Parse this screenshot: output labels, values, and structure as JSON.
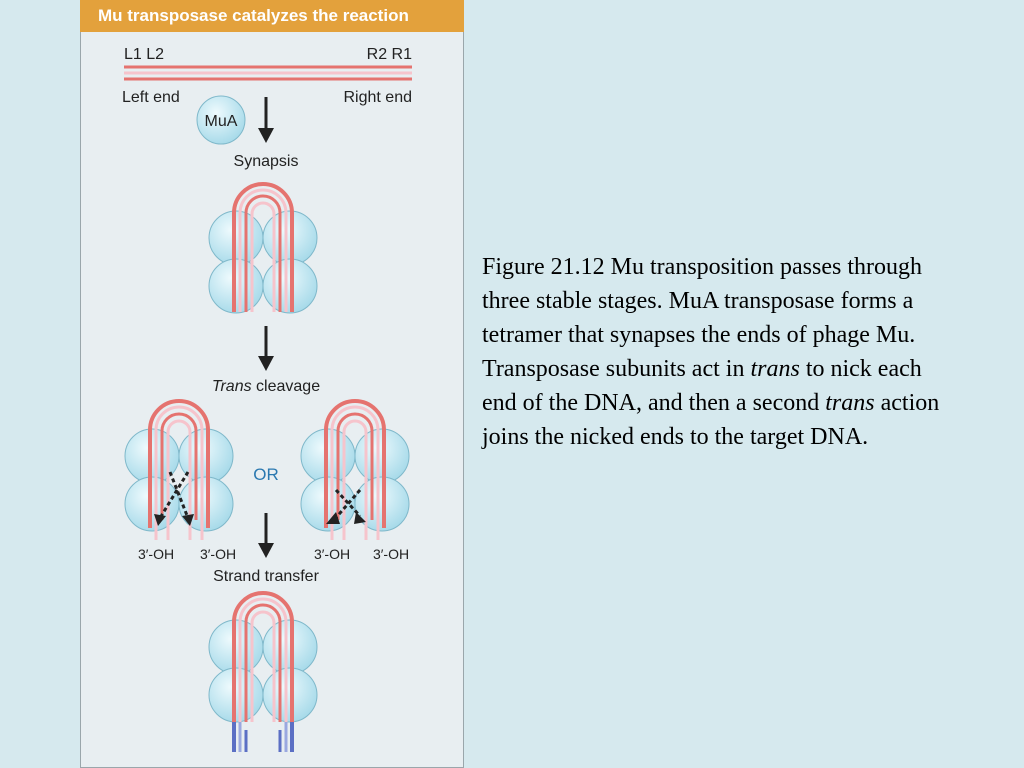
{
  "panel": {
    "header": "Mu transposase catalyzes the reaction",
    "labels": {
      "l1_l2": "L1 L2",
      "r2_r1": "R2 R1",
      "left_end": "Left end",
      "right_end": "Right end",
      "mua": "MuA",
      "synapsis": "Synapsis",
      "trans_word": "Trans",
      "cleavage_word": " cleavage",
      "or": "OR",
      "oh_1": "3′-OH",
      "oh_2": "3′-OH",
      "oh_3": "3′-OH",
      "oh_4": "3′-OH",
      "strand_transfer": "Strand transfer"
    }
  },
  "caption": {
    "part1": "Figure 21.12  Mu transposition passes through three stable stages. MuA transposase forms a tetramer that synapses the ends of phage Mu. Transposase subunits act in ",
    "trans_1": "trans",
    "part2": " to nick each end of the DNA, and then a second ",
    "trans_2": "trans",
    "part3": " action joins the nicked ends to the target DNA."
  },
  "colors": {
    "header_bg": "#e3a13c",
    "dna_red": "#e5736f",
    "dna_pink": "#f6c4cc",
    "protein": "#bfe6f1",
    "protein_stroke": "#7fb8ca",
    "target_dna": "#5b6fc4",
    "or_text": "#2a78b0"
  }
}
